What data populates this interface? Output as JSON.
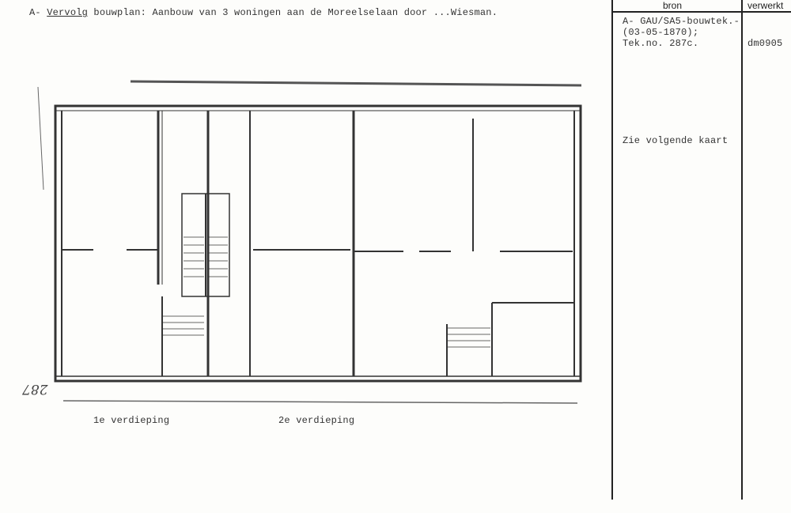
{
  "title": {
    "prefix": "A- ",
    "underlined": "Vervolg",
    "rest": " bouwplan: Aanbouw van 3 woningen aan de Moreelselaan door ...Wiesman."
  },
  "table": {
    "col_bron": "bron",
    "col_verwerkt": "verwerkt",
    "bron_lines": [
      "A- GAU/SA5-bouwtek.-",
      "(03-05-1870);",
      "Tek.no. 287c."
    ],
    "verwerkt": "dm0905",
    "note": "Zie volgende kaart"
  },
  "drawing": {
    "label_1": "1e verdieping",
    "label_2": "2e verdieping",
    "handwritten_number": "287"
  }
}
